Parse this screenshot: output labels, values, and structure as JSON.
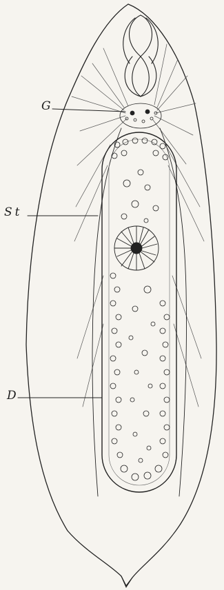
{
  "figure": {
    "labels": {
      "g": "G",
      "st": "St",
      "d": "D"
    },
    "colors": {
      "paper": "#f6f4ef",
      "ink": "#222222"
    }
  }
}
